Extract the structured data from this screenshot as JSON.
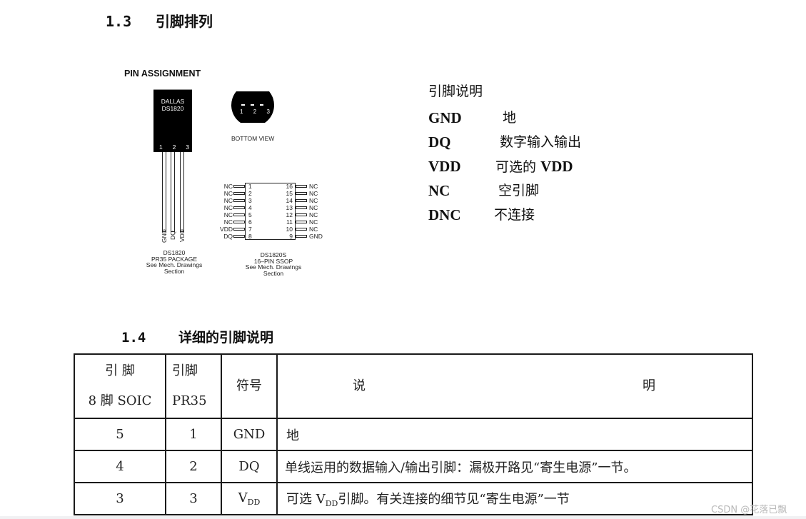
{
  "section_1_3": {
    "number": "1.3",
    "title": "引脚排列"
  },
  "figure": {
    "label": "PIN ASSIGNMENT",
    "to92": {
      "brand_line1": "DALLAS",
      "brand_line2": "DS1820",
      "pin_numbers": [
        "1",
        "2",
        "3"
      ],
      "lead_labels": [
        "GND",
        "DQ",
        "VDD"
      ],
      "caption": [
        "DS1820",
        "PR35 PACKAGE",
        "See Mech. Drawings",
        "Section"
      ]
    },
    "bottom_view": {
      "pin_numbers": [
        "1",
        "2",
        "3"
      ],
      "label": "BOTTOM VIEW"
    },
    "ssop": {
      "left_pins": [
        {
          "name": "NC",
          "num": "1"
        },
        {
          "name": "NC",
          "num": "2"
        },
        {
          "name": "NC",
          "num": "3"
        },
        {
          "name": "NC",
          "num": "4"
        },
        {
          "name": "NC",
          "num": "5"
        },
        {
          "name": "NC",
          "num": "6"
        },
        {
          "name": "VDD",
          "num": "7"
        },
        {
          "name": "DQ",
          "num": "8"
        }
      ],
      "right_pins": [
        {
          "num": "16",
          "name": "NC"
        },
        {
          "num": "15",
          "name": "NC"
        },
        {
          "num": "14",
          "name": "NC"
        },
        {
          "num": "13",
          "name": "NC"
        },
        {
          "num": "12",
          "name": "NC"
        },
        {
          "num": "11",
          "name": "NC"
        },
        {
          "num": "10",
          "name": "NC"
        },
        {
          "num": "9",
          "name": "GND"
        }
      ],
      "caption": [
        "DS1820S",
        "16–PIN SSOP",
        "See Mech. Drawings",
        "Section"
      ]
    }
  },
  "legend": {
    "heading": "引脚说明",
    "rows": [
      {
        "symbol": "GND",
        "desc": "地"
      },
      {
        "symbol": "DQ",
        "desc": "数字输入输出"
      },
      {
        "symbol": "VDD",
        "desc_prefix": "可选的",
        "desc_suffix": "VDD"
      },
      {
        "symbol": "NC",
        "desc": "空引脚"
      },
      {
        "symbol": "DNC",
        "desc": "不连接"
      }
    ]
  },
  "section_1_4": {
    "number": "1.4",
    "title": "详细的引脚说明"
  },
  "table": {
    "headers": {
      "col1_line1": "引 脚",
      "col1_line2": "8 脚 SOIC",
      "col2_line1": "引脚",
      "col2_line2": "PR35",
      "col3": "符号",
      "col4_left": "说",
      "col4_right": "明"
    },
    "rows": [
      {
        "soic": "5",
        "pr35": "1",
        "symbol": "GND",
        "desc": "地"
      },
      {
        "soic": "4",
        "pr35": "2",
        "symbol": "DQ",
        "desc": "单线运用的数据输入/输出引脚：漏极开路见“寄生电源”一节。"
      },
      {
        "soic": "3",
        "pr35": "3",
        "symbol_main": "V",
        "symbol_sub": "DD",
        "desc_pre": "可选 V",
        "desc_sub": "DD",
        "desc_post": "引脚。有关连接的细节见“寄生电源”一节"
      }
    ]
  },
  "watermark": "CSDN @花落已飘"
}
